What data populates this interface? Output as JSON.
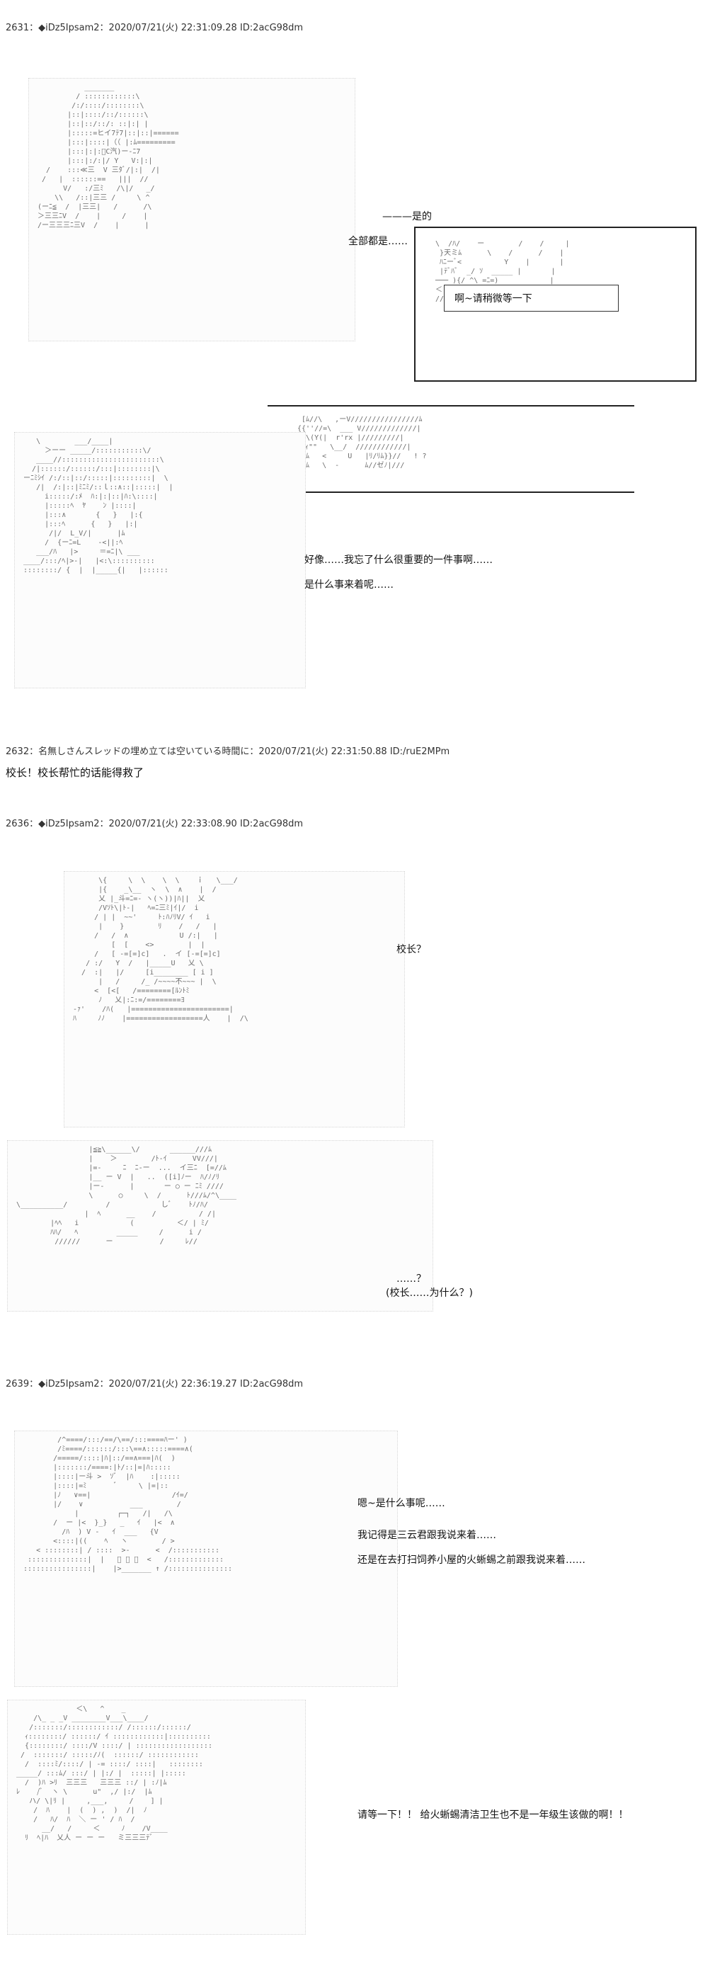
{
  "posts": [
    {
      "header": "2631：◆iDz5Ipsam2：2020/07/21(火) 22:31:09.28 ID:2acG98dm",
      "lines": {
        "shi_de": "———是的",
        "quanbu": "全部都是……",
        "wait": "啊~请稍微等一下",
        "forgot": "好像……我忘了什么很重要的一件事啊……",
        "what": "是什么事来着呢……"
      }
    },
    {
      "header": "2632：名無しさんスレッドの埋め立ては空いている時間に：2020/07/21(火) 22:31:50.88 ID:/ruE2MPm",
      "text": "校长！校长帮忙的话能得救了"
    },
    {
      "header": "2636：◆iDz5Ipsam2：2020/07/21(火) 22:33:08.90 ID:2acG98dm",
      "lines": {
        "principal_q": "校长？",
        "dots_q": "……？",
        "why": "(校长……为什么？)"
      }
    },
    {
      "header": "2639：◆iDz5Ipsam2：2020/07/21(火) 22:36:19.27 ID:2acG98dm",
      "lines": {
        "l1": "嗯~是什么事呢……",
        "l2": "我记得是三云君跟我说来着……",
        "l3": "还是在去打扫饲养小屋的火蜥蜴之前跟我说来着……",
        "l4": "请等一下！！ 给火蜥蜴清洁卫生也不是一年级生该做的啊！！"
      }
    }
  ]
}
